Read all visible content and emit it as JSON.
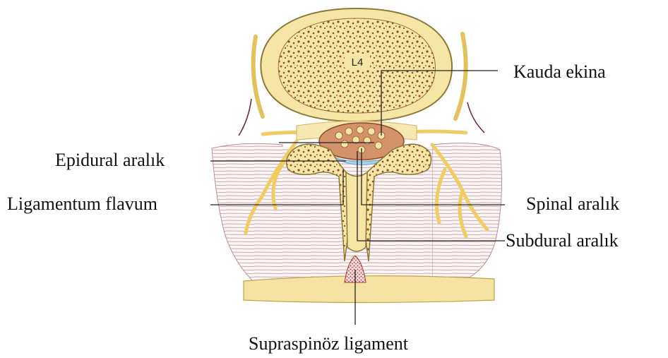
{
  "vertebra_label": "L4",
  "labels": {
    "kauda_ekina": "Kauda ekina",
    "epidural": "Epidural aralık",
    "ligamentum_flavum": "Ligamentum flavum",
    "spinal": "Spinal aralık",
    "subdural": "Subdural aralık",
    "supraspinoz": "Supraspinöz ligament"
  },
  "colors": {
    "bone_outline": "#8a7a3a",
    "bone_fill": "#f6e6a6",
    "cancellous_dots": "#8b4a2e",
    "nerve": "#f2d070",
    "muscle_line": "#c9a9ad",
    "dura": "#d4926a",
    "epidural_space": "#a8d0ea",
    "ligament": "#b84a4a",
    "fat": "#f5e3a3"
  }
}
